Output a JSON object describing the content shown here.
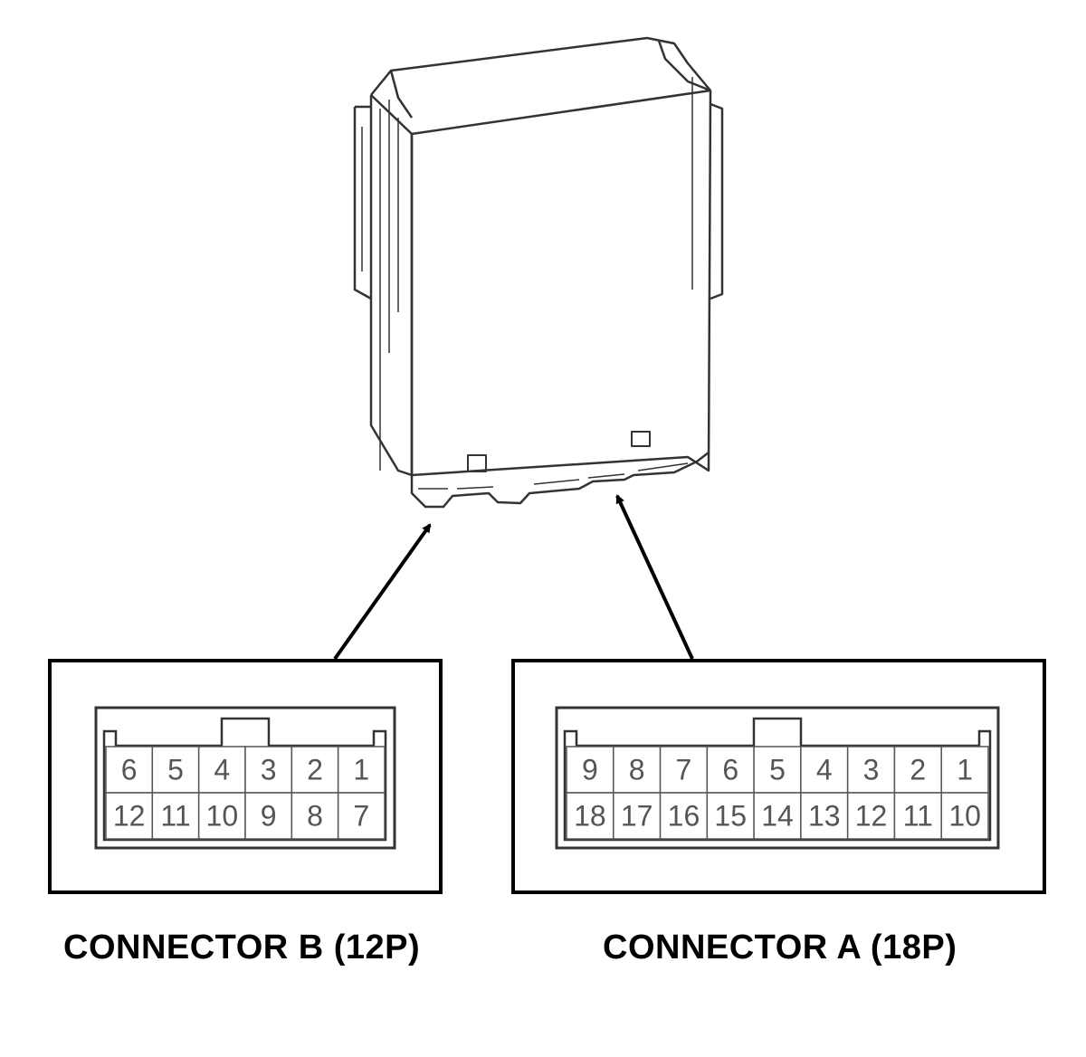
{
  "connector_b": {
    "label": "CONNECTOR B (12P)",
    "top_row": [
      "6",
      "5",
      "4",
      "3",
      "2",
      "1"
    ],
    "bottom_row": [
      "12",
      "11",
      "10",
      "9",
      "8",
      "7"
    ]
  },
  "connector_a": {
    "label": "CONNECTOR A (18P)",
    "top_row": [
      "9",
      "8",
      "7",
      "6",
      "5",
      "4",
      "3",
      "2",
      "1"
    ],
    "bottom_row": [
      "18",
      "17",
      "16",
      "15",
      "14",
      "13",
      "12",
      "11",
      "10"
    ]
  },
  "colors": {
    "line": "#000000",
    "pin_text": "#555555",
    "housing_stroke": "#333333"
  }
}
